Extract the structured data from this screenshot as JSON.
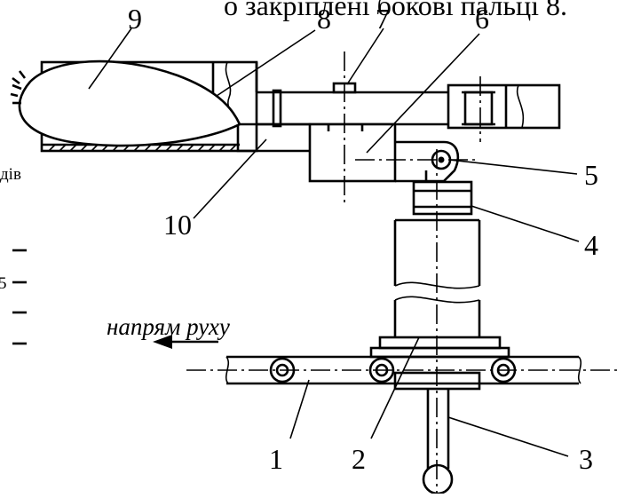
{
  "caption_fragment": "о закріплені бокові пальці 8.",
  "side_text": {
    "fragment": "дів",
    "number_fragment": "5"
  },
  "direction_label": "напрям руху",
  "callouts": [
    "1",
    "2",
    "3",
    "4",
    "5",
    "6",
    "7",
    "8",
    "9",
    "10"
  ],
  "colors": {
    "stroke": "#000000",
    "background": "#ffffff"
  }
}
